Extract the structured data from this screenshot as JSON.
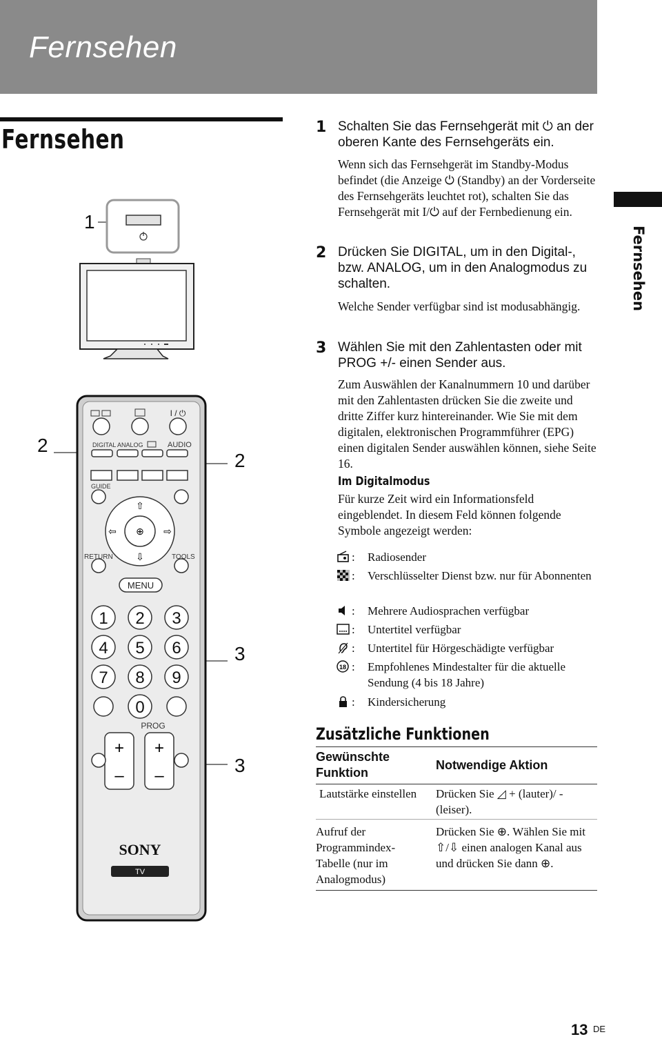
{
  "header": {
    "banner_title": "Fernsehen"
  },
  "section": {
    "title": "Fernsehen",
    "side_label": "Fernsehen"
  },
  "illustration": {
    "callout_1": "1",
    "callout_2_left": "2",
    "callout_2_right": "2",
    "callout_3_upper": "3",
    "callout_3_lower": "3",
    "remote": {
      "digital": "DIGITAL",
      "analog": "ANALOG",
      "audio": "AUDIO",
      "guide": "GUIDE",
      "return": "RETURN",
      "tools": "TOOLS",
      "menu": "MENU",
      "prog": "PROG",
      "brand": "SONY",
      "tv": "TV",
      "power": "I / ⏻",
      "digits": [
        "1",
        "2",
        "3",
        "4",
        "5",
        "6",
        "7",
        "8",
        "9",
        "0"
      ]
    }
  },
  "steps": [
    {
      "num": "1",
      "heading": "Schalten Sie das Fernsehgerät mit ⏻ an der oberen Kante des Fernsehgeräts ein.",
      "body": "Wenn sich das Fernsehgerät im Standby-Modus befindet (die Anzeige ⏻ (Standby) an der Vorderseite des Fernsehgeräts leuchtet rot), schalten Sie das Fernsehgerät mit I/⏻ auf der Fernbedienung ein."
    },
    {
      "num": "2",
      "heading": "Drücken Sie DIGITAL, um in den Digital-, bzw. ANALOG, um in den Analogmodus zu schalten.",
      "body": "Welche Sender verfügbar sind ist modusabhängig."
    },
    {
      "num": "3",
      "heading": "Wählen Sie mit den Zahlentasten oder mit PROG +/- einen Sender aus.",
      "body": "Zum Auswählen der Kanalnummern 10 und darüber mit den Zahlentasten drücken Sie die zweite und dritte Ziffer kurz hintereinander. Wie Sie mit dem digitalen, elektronischen Programmführer (EPG) einen digitalen Sender auswählen können, siehe Seite 16."
    }
  ],
  "digital_mode": {
    "heading": "Im Digitalmodus",
    "intro": "Für kurze Zeit wird ein Informationsfeld eingeblendet. In diesem Feld können folgende Symbole angezeigt werden:",
    "symbols": [
      {
        "icon": "radio-icon",
        "text": "Radiosender"
      },
      {
        "icon": "scrambled-icon",
        "text": "Verschlüsselter Dienst bzw. nur für Abonnenten"
      },
      {
        "icon": "audio-languages-icon",
        "text": "Mehrere Audiosprachen verfügbar"
      },
      {
        "icon": "subtitle-icon",
        "text": "Untertitel verfügbar"
      },
      {
        "icon": "hearing-impaired-icon",
        "text": "Untertitel für Hörgeschädigte verfügbar"
      },
      {
        "icon": "age-rating-icon",
        "text": "Empfohlenes Mindestalter für die aktuelle Sendung (4 bis 18 Jahre)"
      },
      {
        "icon": "lock-icon",
        "text": "Kindersicherung"
      }
    ]
  },
  "additional": {
    "title": "Zusätzliche Funktionen",
    "col1": "Gewünschte Funktion",
    "col2": "Notwendige Aktion",
    "rows": [
      {
        "function": "Lautstärke einstellen",
        "action": "Drücken Sie ◿ + (lauter)/ - (leiser)."
      },
      {
        "function": "Aufruf der Programmindex-Tabelle (nur im Analogmodus)",
        "action": "Drücken Sie ⊕. Wählen Sie mit ⇧/⇩ einen analogen Kanal aus und drücken Sie dann ⊕."
      }
    ]
  },
  "footer": {
    "page": "13",
    "lang": "DE"
  }
}
